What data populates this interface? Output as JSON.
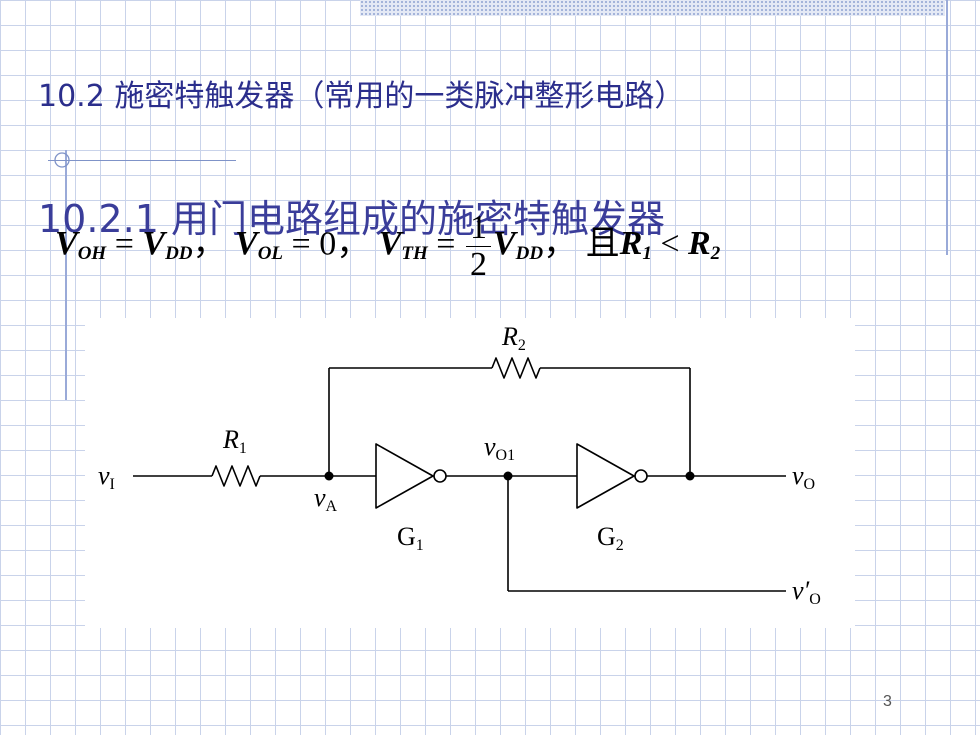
{
  "slide": {
    "title": "10.2 施密特触发器（常用的一类脉冲整形电路）",
    "subtitle": "10.2.1 用门电路组成的施密特触发器",
    "page_number": "3"
  },
  "formula": {
    "voh": "V",
    "voh_sub": "OH",
    "vdd1": "V",
    "vdd1_sub": "DD",
    "vol": "V",
    "vol_sub": "OL",
    "vol_value": "0",
    "vth": "V",
    "vth_sub": "TH",
    "half_num": "1",
    "half_den": "2",
    "vdd2": "V",
    "vdd2_sub": "DD",
    "and_text": "且",
    "r1": "R",
    "r1_sub": "1",
    "r2": "R",
    "r2_sub": "2",
    "eq": "=",
    "sep": "，",
    "lt": "<"
  },
  "circuit": {
    "r1_label": "R",
    "r1_sub": "1",
    "r2_label": "R",
    "r2_sub": "2",
    "vi": "v",
    "vi_sub": "I",
    "va": "v",
    "va_sub": "A",
    "vo1": "v",
    "vo1_sub": "O1",
    "vo": "v",
    "vo_sub": "O",
    "vo_prime": "v′",
    "vo_prime_sub": "O",
    "g1": "G",
    "g1_sub": "1",
    "g2": "G",
    "g2_sub": "2"
  }
}
